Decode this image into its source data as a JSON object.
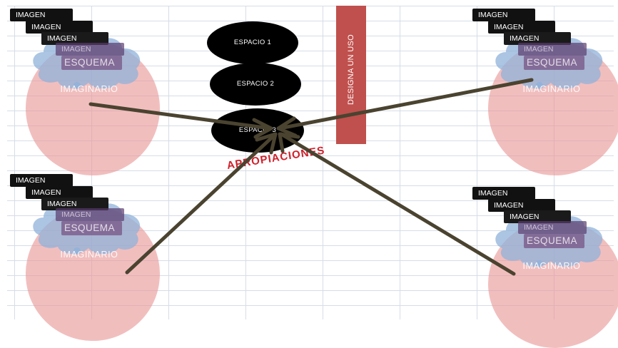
{
  "labels": {
    "imagen": "IMAGEN",
    "esquema": "ESQUEMA",
    "imaginario": "IMAGINARIO"
  },
  "spaces": [
    "ESPACIO 1",
    "ESPACIO 2",
    "ESPACIO 3"
  ],
  "band_label": "DESIGNA UN USO",
  "apropiaciones": "APROPIACIONES",
  "colors": {
    "band": "#c0504d",
    "circle": "#e99696",
    "cloud": "#8fb2d9",
    "arrow": "#4a4330",
    "apropiaciones": "#d0202a"
  }
}
